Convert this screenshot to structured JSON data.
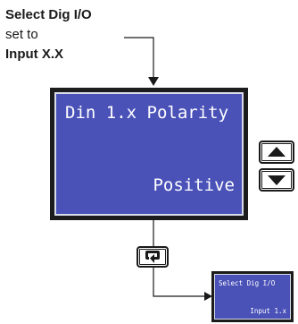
{
  "instruction": {
    "line1": "Select Dig I/O",
    "line2": "set to",
    "line3": "Input X.X"
  },
  "main_display": {
    "line1": "Din 1.x Polarity",
    "line2": "Positive"
  },
  "next_display": {
    "line1": "Select Dig I/O",
    "line2": "Input 1.x"
  },
  "keys": {
    "up": "triangle-up-icon",
    "down": "triangle-down-icon",
    "page": "page-icon"
  },
  "colors": {
    "display_background": "#4a52b8",
    "display_text": "#ffffff",
    "line": "#1a1a1a"
  }
}
